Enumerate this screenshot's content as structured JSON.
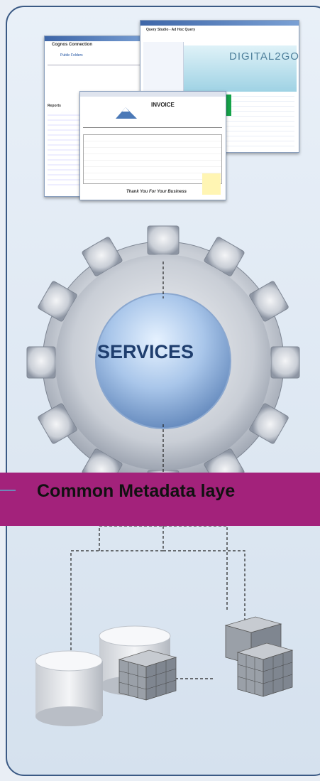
{
  "diagram": {
    "gear_label": "SERVICES",
    "band_label": "Common Metadata laye",
    "colors": {
      "band": "#a3227b",
      "gear_text": "#1f3e6e",
      "frame": "#3b5a85"
    }
  },
  "screenshots": {
    "portal": {
      "title": "Cognos Connection",
      "section": "Public Folders",
      "heading": "Reports"
    },
    "query": {
      "title": "Query Studio - Ad Hoc Query",
      "logo": "DIGITAL2GO"
    },
    "invoice": {
      "heading": "INVOICE",
      "footer_note": "Thank You For Your Business"
    }
  }
}
